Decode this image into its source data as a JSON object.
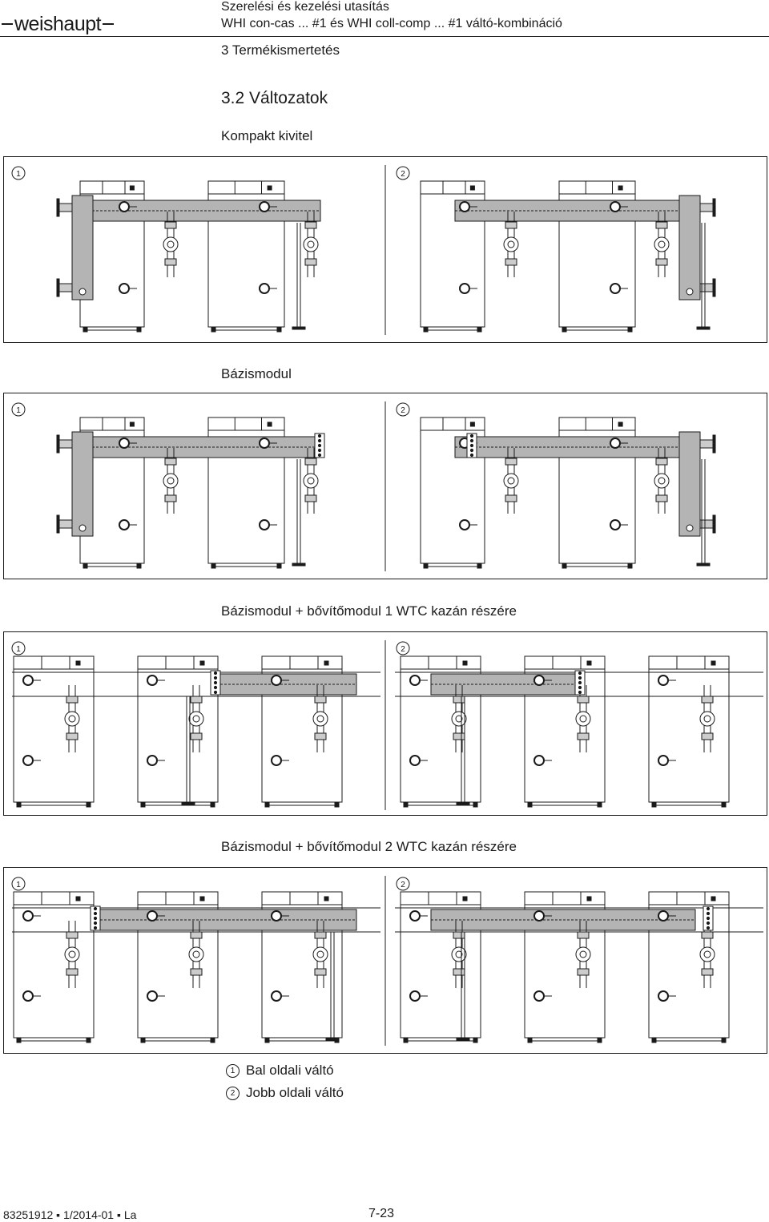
{
  "header": {
    "brand": "weishaupt",
    "title_line1": "Szerelési és kezelési utasítás",
    "title_line2": "WHI con-cas ... #1 és WHI coll-comp ... #1 váltó-kombináció",
    "chapter": "3 Termékismertetés"
  },
  "section_title": "3.2 Változatok",
  "variants": [
    {
      "title": "Kompakt kivitel",
      "label_left": "1",
      "label_right": "2"
    },
    {
      "title": "Bázismodul",
      "label_left": "1",
      "label_right": "2"
    },
    {
      "title": "Bázismodul + bővítőmodul 1 WTC kazán részére",
      "label_left": "1",
      "label_right": "2"
    },
    {
      "title": "Bázismodul + bővítőmodul 2 WTC kazán részére",
      "label_left": "1",
      "label_right": "2"
    }
  ],
  "legend": [
    {
      "marker": "1",
      "text": "Bal oldali váltó"
    },
    {
      "marker": "2",
      "text": "Jobb oldali váltó"
    }
  ],
  "footer": {
    "doc_code": "83251912 ▪ 1/2014-01 ▪ La",
    "page": "7-23"
  },
  "colors": {
    "ink": "#1a1a1a",
    "module_fill": "#b4b4b4",
    "pipe_fill": "#cccccc",
    "background": "#ffffff"
  }
}
